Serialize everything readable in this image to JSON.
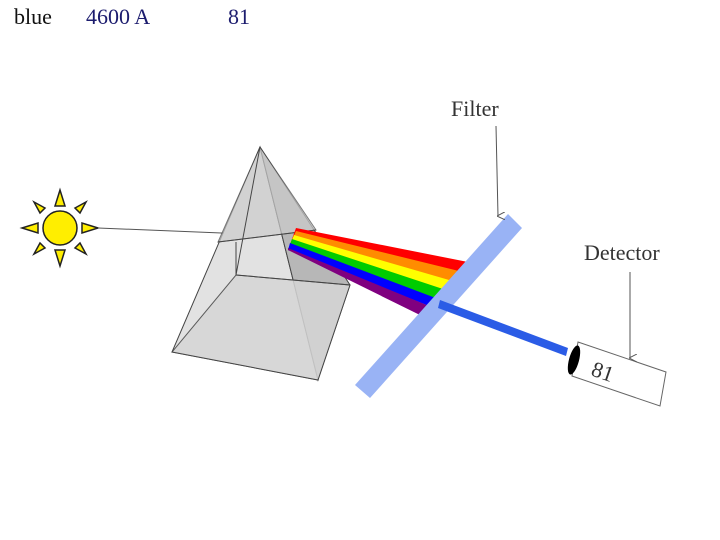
{
  "readouts": {
    "color": "blue",
    "wavelength": "4600 A",
    "value": "81"
  },
  "labels": {
    "filter": "Filter",
    "detector": "Detector",
    "detector_reading": "81"
  },
  "colors": {
    "spectrum": [
      "#ff0000",
      "#ff8c00",
      "#ffff00",
      "#00cc00",
      "#0000ff",
      "#800080"
    ],
    "filter_glass": "#99b3f5",
    "selected_beam": "#2b5ce6",
    "sun": "#ffee00",
    "readout_text": "#1c1c6e"
  },
  "icons": {
    "light_source": "sun-icon",
    "detector_lens": "lens-icon"
  }
}
